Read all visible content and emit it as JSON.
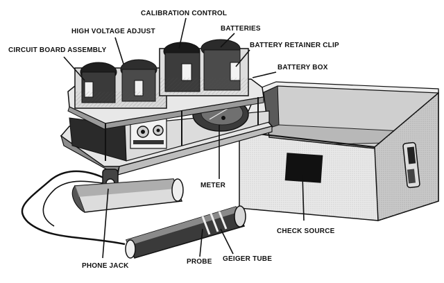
{
  "figure": {
    "labels": {
      "calibration_control": "CALIBRATION CONTROL",
      "high_voltage_adjust": "HIGH VOLTAGE ADJUST",
      "batteries": "BATTERIES",
      "circuit_board_assembly": "CIRCUIT BOARD ASSEMBLY",
      "battery_retainer_clip": "BATTERY RETAINER CLIP",
      "battery_box": "BATTERY BOX",
      "meter": "METER",
      "check_source": "CHECK SOURCE",
      "phone_jack": "PHONE JACK",
      "probe": "PROBE",
      "geiger_tube": "GEIGER TUBE"
    },
    "colors": {
      "ink": "#111111",
      "paper": "#ffffff",
      "shade_dark": "#2a2a2a",
      "shade_mid": "#8a8a8a",
      "shade_light": "#d6d6d6"
    }
  }
}
